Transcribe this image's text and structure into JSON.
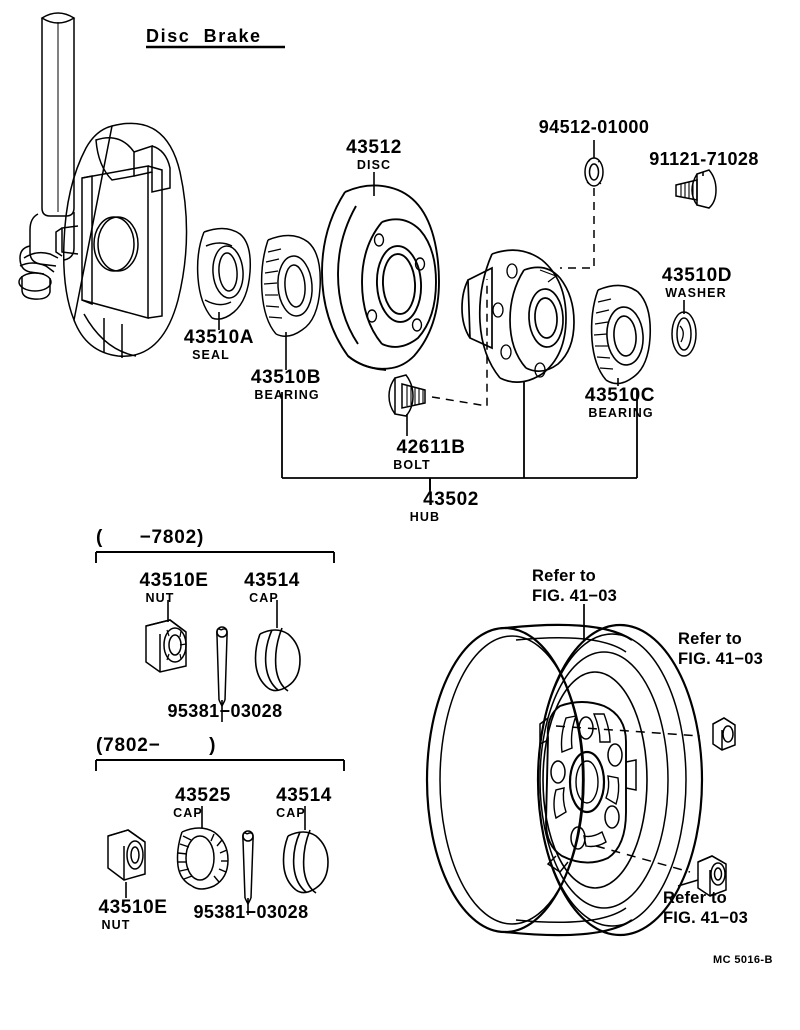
{
  "sheet": {
    "title": "Disc  Brake",
    "footer_code": "MC 5016-B"
  },
  "main_assembly": {
    "parts": [
      {
        "number": "43510A",
        "name": "SEAL"
      },
      {
        "number": "43510B",
        "name": "BEARING"
      },
      {
        "number": "43512",
        "name": "DISC"
      },
      {
        "number": "94512-01000",
        "name": ""
      },
      {
        "number": "91121-71028",
        "name": ""
      },
      {
        "number": "43510D",
        "name": "WASHER"
      },
      {
        "number": "43510C",
        "name": "BEARING"
      },
      {
        "number": "42611B",
        "name": "BOLT"
      },
      {
        "number": "43502",
        "name": "HUB"
      }
    ]
  },
  "variant_early": {
    "range": "(      −7802)",
    "parts": [
      {
        "number": "43510E",
        "name": "NUT"
      },
      {
        "number": "43514",
        "name": "CAP"
      },
      {
        "number": "95381−03028",
        "name": ""
      }
    ]
  },
  "variant_late": {
    "range": "(7802−        )",
    "parts": [
      {
        "number": "43525",
        "name": "CAP"
      },
      {
        "number": "43514",
        "name": "CAP"
      },
      {
        "number": "43510E",
        "name": "NUT"
      },
      {
        "number": "95381−03028",
        "name": ""
      }
    ]
  },
  "wheel": {
    "refs": [
      {
        "line1": "Refer to",
        "line2": "FIG. 41−03"
      },
      {
        "line1": "Refer to",
        "line2": "FIG. 41−03"
      },
      {
        "line1": "Refer to",
        "line2": "FIG. 41−03"
      }
    ]
  },
  "colors": {
    "ink": "#000000",
    "paper": "#ffffff"
  }
}
